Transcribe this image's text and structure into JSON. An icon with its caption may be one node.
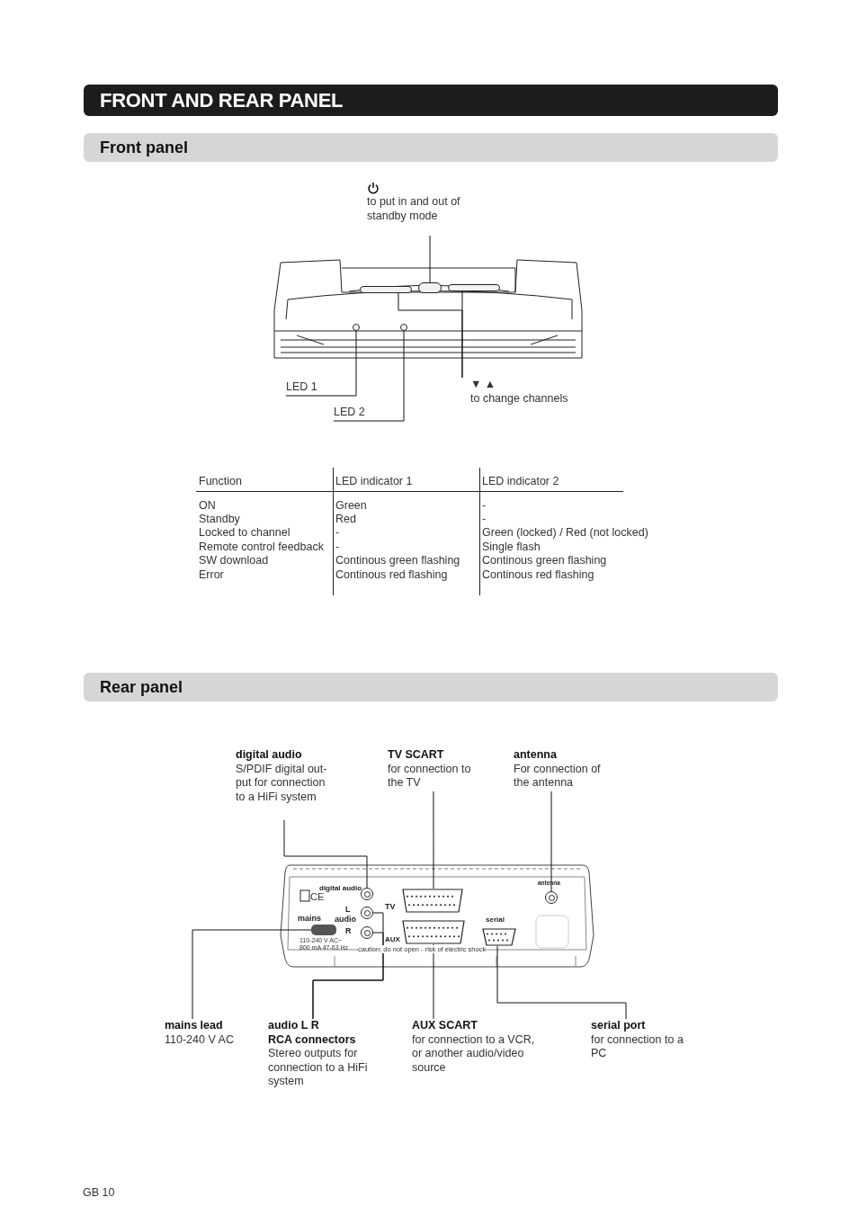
{
  "diagram": {
    "title": "FRONT AND REAR PANEL",
    "nodes": [
      {
        "text": [
          "Front panel"
        ]
      },
      {
        "text": [
          "to put in and out of standby mode"
        ]
      },
      {
        "text": [],
        "shape": "button"
      },
      {
        "text": [
          "LED 1"
        ]
      },
      {
        "text": [],
        "shape": "circle"
      },
      {
        "text": [
          "LED 2"
        ]
      },
      {
        "text": [],
        "shape": "circle"
      },
      {
        "text": [
          "▼ ▲",
          "to change channels"
        ]
      },
      {
        "text": [],
        "shape": "button"
      },
      {
        "text": [],
        "shape": "button"
      },
      {
        "text": [
          "Rear panel"
        ]
      },
      {
        "text": [
          "digital audio",
          "S/PDIF digital out-put for connection to a HiFi system"
        ]
      },
      {
        "text": [],
        "shape": "circle"
      },
      {
        "text": [
          "TV SCART",
          "for connection to the TV"
        ]
      },
      {
        "text": [],
        "shape": "connector"
      },
      {
        "text": [
          "antenna",
          "For connection of the antenna"
        ]
      },
      {
        "text": [],
        "shape": "circle"
      },
      {
        "text": [
          "mains lead",
          "110-240 V AC"
        ]
      },
      {
        "text": [],
        "shape": "socket"
      },
      {
        "text": [
          "audio L R",
          "RCA connectors",
          "Stereo outputs for connection to a HiFi system"
        ]
      },
      {
        "text": [],
        "shape": "circle"
      },
      {
        "text": [],
        "shape": "circle"
      },
      {
        "text": [
          "AUX SCART",
          "for connection to a VCR, or another audio/video source"
        ]
      },
      {
        "text": [],
        "shape": "connector"
      },
      {
        "text": [
          "serial port",
          "for connection to a PC"
        ]
      },
      {
        "text": [],
        "shape": "connector"
      }
    ],
    "edges": [
      {
        "from": 1,
        "to": 8,
        "arrow": "none"
      },
      {
        "from": 3,
        "to": 4,
        "arrow": "none"
      },
      {
        "from": 5,
        "to": 6,
        "arrow": "none"
      },
      {
        "from": 7,
        "to": 2,
        "arrow": "none"
      },
      {
        "from": 7,
        "to": 9,
        "arrow": "none"
      },
      {
        "from": 11,
        "to": 12,
        "arrow": "none"
      },
      {
        "from": 13,
        "to": 14,
        "arrow": "none"
      },
      {
        "from": 15,
        "to": 16,
        "arrow": "none"
      },
      {
        "from": 17,
        "to": 18,
        "arrow": "none"
      },
      {
        "from": 19,
        "to": 20,
        "arrow": "none"
      },
      {
        "from": 19,
        "to": 21,
        "arrow": "none"
      },
      {
        "from": 22,
        "to": 23,
        "arrow": "none"
      },
      {
        "from": 24,
        "to": 25,
        "arrow": "none"
      }
    ],
    "labels": [
      "Function",
      "LED indicator 1",
      "LED indicator 2",
      "ON",
      "Green",
      "-",
      "Standby",
      "Red",
      "-",
      "Locked to channel",
      "-",
      "Green (locked) / Red (not locked)",
      "Remote control feedback",
      "-",
      "Single flash",
      "SW download",
      "Continous green flashing",
      "Continous green flashing",
      "Error",
      "Continous red flashing",
      "Continous red flashing",
      "antenna",
      "digital audio",
      "CE",
      "TV",
      "L",
      "mains",
      "audio",
      "serial",
      "R",
      "AUX",
      "110-240 V AC~ 800 mA 47-63 Hz",
      "caution: do not open - risk of electric shock",
      "GB 10"
    ]
  }
}
